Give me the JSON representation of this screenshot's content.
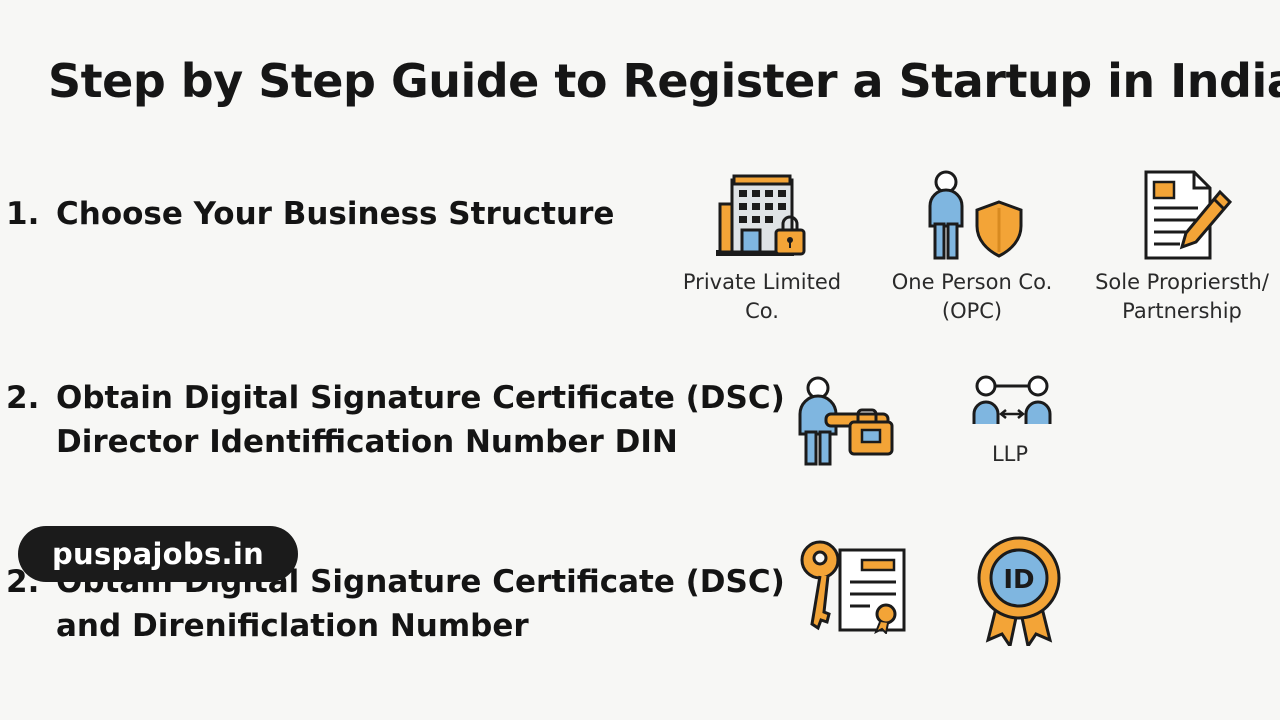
{
  "title": "Step by Step Guide to Register a Startup in India",
  "steps": [
    {
      "number": "1.",
      "lines": [
        "Choose Your Business Structure"
      ]
    },
    {
      "number": "2.",
      "lines": [
        "Obtain Digital Signature Certificate (DSC)",
        "Director Identiffication Number DIN"
      ]
    },
    {
      "number": "2.",
      "lines": [
        "Obtain Digital Signature Certificate (DSC)",
        "and Direnificlation Number"
      ]
    }
  ],
  "structures": [
    {
      "icon": "office-building-lock-icon",
      "caption_lines": [
        "Private Limited",
        "Co."
      ]
    },
    {
      "icon": "person-shield-icon",
      "caption_lines": [
        "One Person Co.",
        "(OPC)"
      ]
    },
    {
      "icon": "document-pen-icon",
      "caption_lines": [
        "Sole Propriersth/",
        "Partnership"
      ]
    }
  ],
  "step2_icons": [
    {
      "icon": "person-briefcase-icon"
    },
    {
      "icon": "partners-exchange-icon",
      "caption": "LLP"
    }
  ],
  "step3_icons": [
    {
      "icon": "key-certificate-icon"
    },
    {
      "icon": "id-badge-icon",
      "badge_text": "ID"
    }
  ],
  "watermark": "puspajobs.in",
  "colors": {
    "blue": "#7fb6e0",
    "orange": "#f3a437",
    "dark": "#1b1b1b",
    "background": "#f7f7f5"
  }
}
